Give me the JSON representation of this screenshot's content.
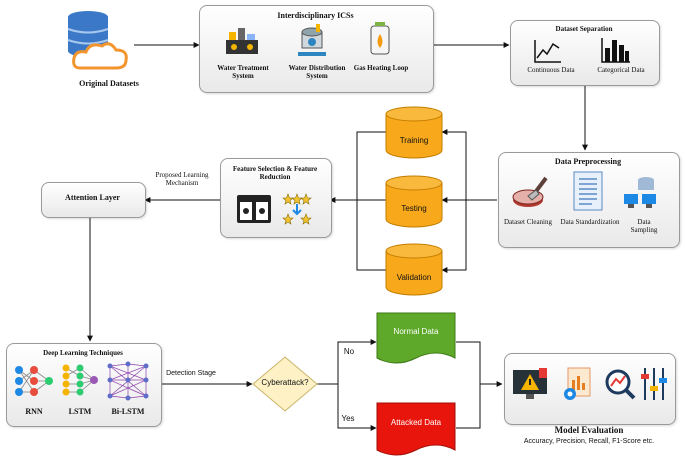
{
  "original_datasets": "Original Datasets",
  "ics": {
    "title": "Interdisciplinary ICSs",
    "items": [
      "Water Treatment System",
      "Water Distribution System",
      "Gas Heating Loop"
    ]
  },
  "separation": {
    "title": "Dataset Separation",
    "items": [
      "Continuous Data",
      "Categorical Data"
    ]
  },
  "preprocessing": {
    "title": "Data Preprocessing",
    "items": [
      "Dataset Cleaning",
      "Data Standardization",
      "Data Sampling"
    ]
  },
  "splits": [
    "Training",
    "Testing",
    "Validation"
  ],
  "feature_selection": "Feature Selection & Feature Reduction",
  "proposed": "Proposed Learning Mechanism",
  "attention": "Attention Layer",
  "deep": {
    "title": "Deep Learning Techniques",
    "items": [
      "RNN",
      "LSTM",
      "Bi-LSTM"
    ]
  },
  "detection_stage": "Detection Stage",
  "cyberattack": "Cyberattack?",
  "no": "No",
  "yes": "Yes",
  "normal_data": "Normal Data",
  "attacked_data": "Attacked Data",
  "evaluation": {
    "title": "Model Evaluation",
    "metrics": "Accuracy, Precision, Recall, F1-Score etc."
  },
  "colors": {
    "cylinder": "#f7a81b",
    "normal": "#5ea82a",
    "attacked": "#e8150c",
    "decision": "#fdf1c5"
  }
}
